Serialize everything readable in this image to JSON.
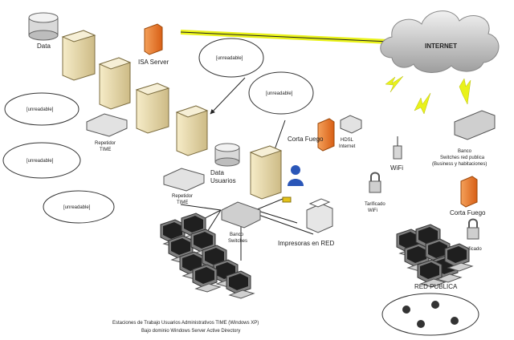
{
  "labels": {
    "data": "Data",
    "isa_server": "ISA Server",
    "internet": "INTERNET",
    "hdsl_internet": "HDSL\nInternet",
    "corta_fuego": "Corta Fuego",
    "data_usuarios": "Data\nUsuarios",
    "repetidor_time": "Repetidor\nTIME",
    "impresoras_en_red": "Impresoras en RED",
    "banco_switches": "Banco\nSwitches",
    "wifi": "WiFi",
    "tarificado_wifi": "Tarificado\nWiFi",
    "banco_switches_red_publica": "Banco\nSwitches red publica\n(Business y habitaciones)",
    "corta_fuego_publica": "Corta Fuego",
    "tarificado": "Tarificado",
    "red_publica": "RED PUBLICA",
    "caption_line1": "Estaciones de Trabajo Usuarios Administrativos TIME (Windows XP)",
    "caption_line2": "Bajo dominio Windows Server Active Directory"
  },
  "notes": {
    "server_top": "[unreadable]",
    "server_right": "[unreadable]",
    "left_1": "[unreadable]",
    "left_2": "[unreadable]",
    "left_3": "[unreadable]"
  },
  "colors": {
    "server": "#e9d9a8",
    "firewall": "#e87a2a",
    "lightning": "#e9f21a",
    "cloud": "#c9c9c9",
    "line": "#222222"
  }
}
